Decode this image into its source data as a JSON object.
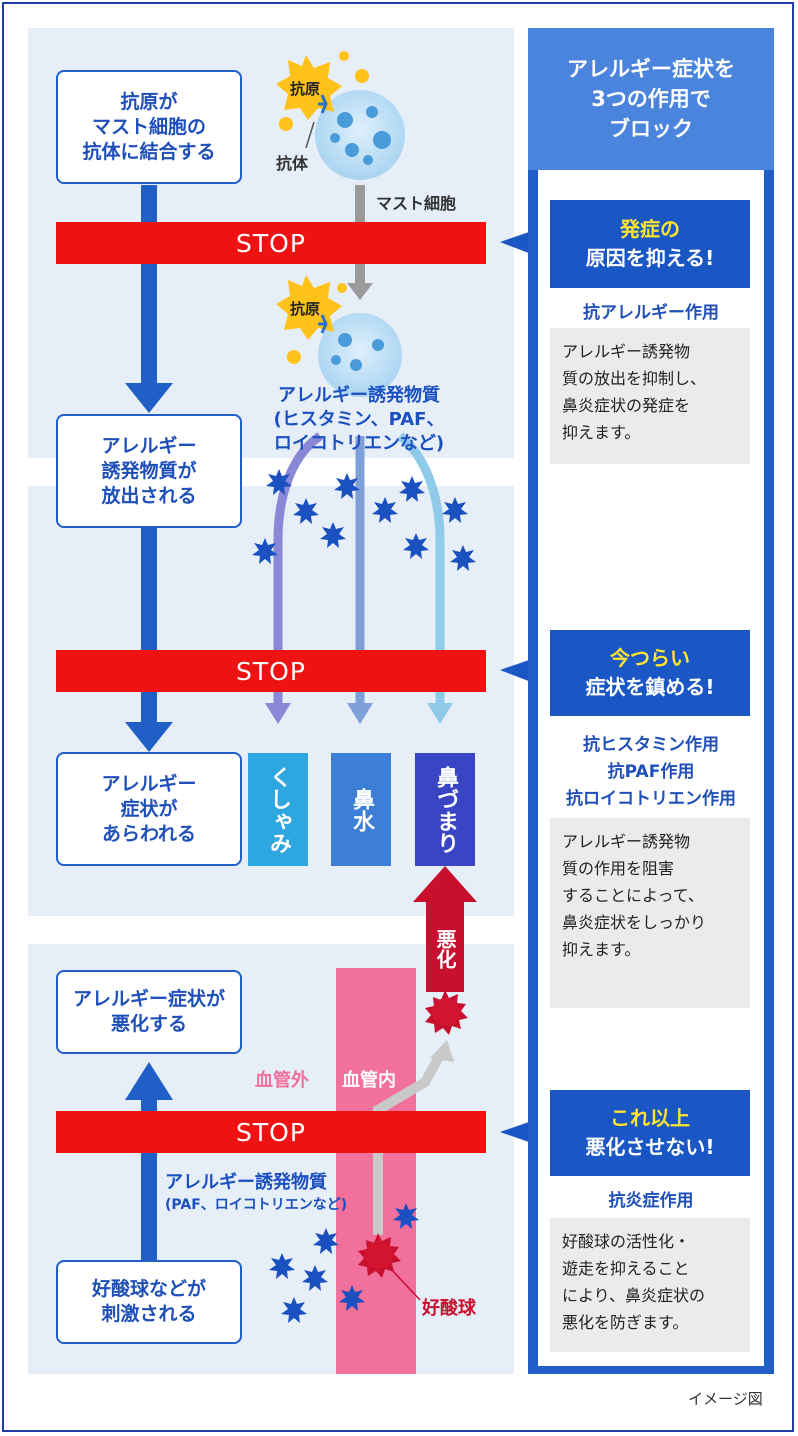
{
  "flow": {
    "step1": "抗原が\nマスト細胞の\n抗体に結合する",
    "step2": "アレルギー\n誘発物質が\n放出される",
    "step3": "アレルギー\n症状が\nあらわれる",
    "step4": "アレルギー症状が\n悪化する",
    "step5": "好酸球などが\n刺激される"
  },
  "stop_label": "STOP",
  "illustration": {
    "antigen": "抗原",
    "antibody": "抗体",
    "mast_cell": "マスト細胞",
    "mediators": "アレルギー誘発物質\n(ヒスタミン、PAF、\nロイコトリエンなど)",
    "symptom_sneeze": "くしゃみ",
    "symptom_runny": "鼻水",
    "symptom_congestion": "鼻づまり",
    "worsen": "悪化",
    "outside_vessel": "血管外",
    "inside_vessel": "血管内",
    "mediators2_line1": "アレルギー誘発物質",
    "mediators2_line2": "(PAF、ロイコトリエンなど)",
    "eosinophil": "好酸球"
  },
  "sidebar": {
    "title": "アレルギー症状を\n3つの作用で\nブロック",
    "block1": {
      "callout_line1": "発症の",
      "callout_line2": "原因を抑える!",
      "effect": "抗アレルギー作用",
      "desc": "アレルギー誘発物\n質の放出を抑制し、\n鼻炎症状の発症を\n抑えます。"
    },
    "block2": {
      "callout_line1": "今つらい",
      "callout_line2": "症状を鎮める!",
      "effect": "抗ヒスタミン作用\n抗PAF作用\n抗ロイコトリエン作用",
      "desc": "アレルギー誘発物\n質の作用を阻害\nすることによって、\n鼻炎症状をしっかり\n抑えます。"
    },
    "block3": {
      "callout_line1": "これ以上",
      "callout_line2": "悪化させない!",
      "effect": "抗炎症作用",
      "desc": "好酸球の活性化・\n遊走を抑えること\nにより、鼻炎症状の\n悪化を防ぎます。"
    }
  },
  "footer": "イメージ図",
  "colors": {
    "accent_blue": "#1f5fc6",
    "stop_red": "#ee1212",
    "vessel_pink": "#f2709c",
    "eosinophil_red": "#c8102e"
  }
}
